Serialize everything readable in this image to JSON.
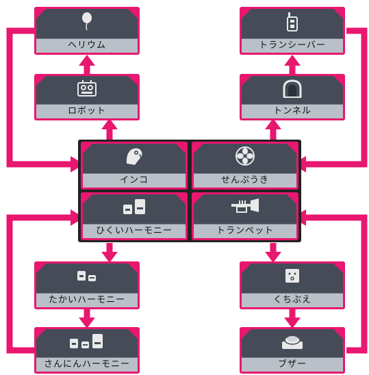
{
  "colors": {
    "accent": "#e8176f",
    "panel": "#454c58",
    "label_bg": "#b9c0c8",
    "center_bg": "#222222"
  },
  "nodes": {
    "helium": {
      "label": "ヘリウム",
      "icon": "balloon-icon"
    },
    "robot": {
      "label": "ロボット",
      "icon": "robot-icon"
    },
    "transceiver": {
      "label": "トランシーバー",
      "icon": "walkie-talkie-icon"
    },
    "tunnel": {
      "label": "トンネル",
      "icon": "tunnel-icon"
    },
    "parrot": {
      "label": "インコ",
      "icon": "parrot-icon"
    },
    "fan": {
      "label": "せんぷうき",
      "icon": "fan-icon"
    },
    "low_harmony": {
      "label": "ひくいハーモニー",
      "icon": "low-harmony-icon"
    },
    "trumpet": {
      "label": "トランペット",
      "icon": "trumpet-icon"
    },
    "high_harmony": {
      "label": "たかいハーモニー",
      "icon": "high-harmony-icon"
    },
    "whistle": {
      "label": "くちぶえ",
      "icon": "whistle-icon"
    },
    "triple_harmony": {
      "label": "さんにんハーモニー",
      "icon": "triple-harmony-icon"
    },
    "buzzer": {
      "label": "ブザー",
      "icon": "buzzer-icon"
    }
  }
}
